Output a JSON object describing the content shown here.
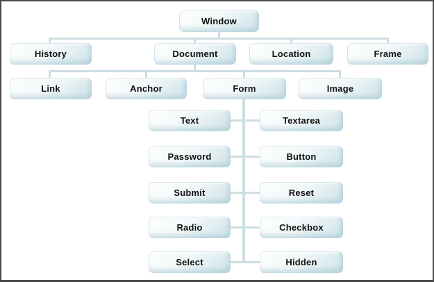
{
  "nodes": {
    "root": {
      "label": "Window"
    },
    "window_children": [
      {
        "label": "History"
      },
      {
        "label": "Document"
      },
      {
        "label": "Location"
      },
      {
        "label": "Frame"
      }
    ],
    "document_children": [
      {
        "label": "Link"
      },
      {
        "label": "Anchor"
      },
      {
        "label": "Form"
      },
      {
        "label": "Image"
      }
    ],
    "form_rows": [
      {
        "left": "Text",
        "right": "Textarea"
      },
      {
        "left": "Password",
        "right": "Button"
      },
      {
        "left": "Submit",
        "right": "Reset"
      },
      {
        "left": "Radio",
        "right": "Checkbox"
      },
      {
        "left": "Select",
        "right": "Hidden"
      }
    ]
  },
  "style": {
    "connector_color": "#cddee3",
    "box_gradient_end": "#cfe3e9",
    "text_color": "#111111",
    "background": "#ffffff",
    "frame_border_color": "#4a4a4a"
  }
}
